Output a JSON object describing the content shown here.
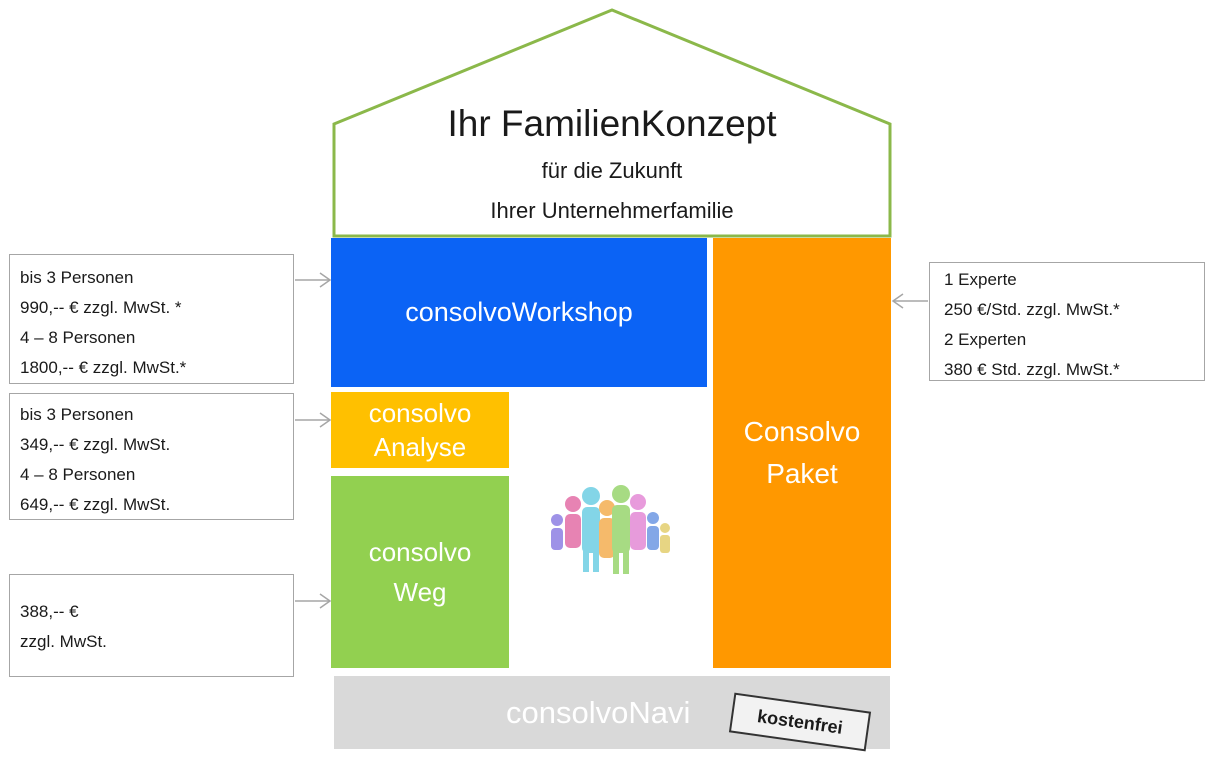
{
  "roof": {
    "title": "Ihr FamilienKonzept",
    "line1": "für die Zukunft",
    "line2": "Ihrer  Unternehmerfamilie"
  },
  "blocks": {
    "workshop": "consolvoWorkshop",
    "analyse_line1": "consolvo",
    "analyse_line2": "Analyse",
    "weg_line1": "consolvo",
    "weg_line2": "Weg",
    "paket_line1": "Consolvo",
    "paket_line2": "Paket",
    "navi": "consolvoNavi"
  },
  "stamp": "kostenfrei",
  "prices": {
    "workshop": [
      "bis 3 Personen",
      "990,-- € zzgl. MwSt. *",
      "4 – 8 Personen",
      "1800,-- € zzgl. MwSt.*"
    ],
    "analyse": [
      "bis 3 Personen",
      "349,-- € zzgl. MwSt.",
      "4 – 8 Personen",
      "649,-- € zzgl. MwSt."
    ],
    "weg": [
      "388,-- €",
      "zzgl. MwSt."
    ],
    "paket": [
      "1 Experte",
      "250 €/Std. zzgl. MwSt.*",
      "2 Experten",
      "380 € Std. zzgl. MwSt.*"
    ]
  },
  "colors": {
    "roof_outline": "#8bb84a",
    "workshop": "#0b63f5",
    "analyse": "#ffc000",
    "weg": "#92d050",
    "paket": "#ff9800",
    "navi": "#d9d9d9",
    "arrow": "#a6a6a6"
  }
}
